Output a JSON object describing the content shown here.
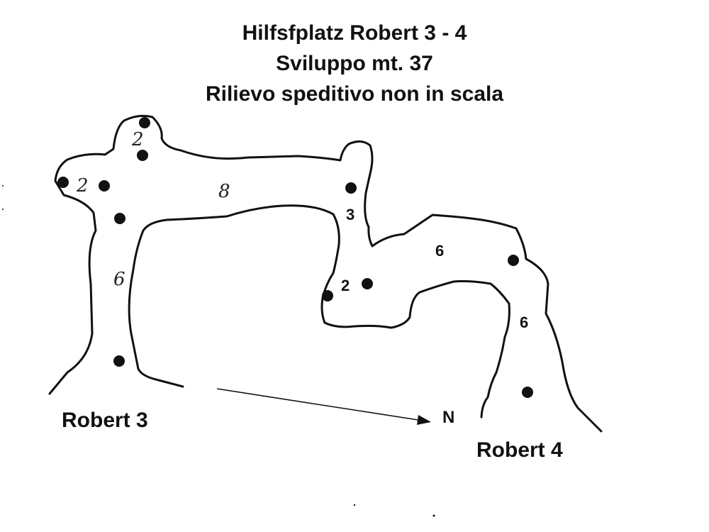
{
  "title": {
    "line1": "Hilfsfplatz Robert 3 - 4",
    "line2": "Sviluppo mt. 37",
    "line3": "Rilievo speditivo non in scala"
  },
  "entrances": {
    "left": "Robert 3",
    "right": "Robert 4"
  },
  "north_label": "N",
  "segment_lengths": {
    "shaft_left": "6",
    "branch_left": "2",
    "branch_top": "2",
    "main_gallery": "8",
    "descent": "3",
    "lower_branch": "2",
    "lower_gallery": "6",
    "exit_passage": "6"
  },
  "colors": {
    "ink": "#111111",
    "paper": "#ffffff"
  }
}
